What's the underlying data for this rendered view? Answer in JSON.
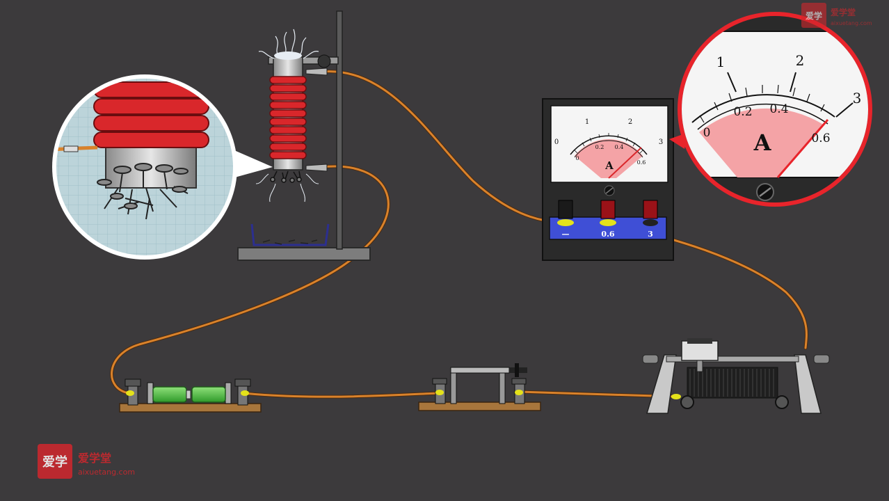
{
  "ammeter": {
    "scale_top": [
      "0",
      "1",
      "2",
      "3"
    ],
    "scale_bottom": [
      "0",
      "0.2",
      "0.4",
      "0.6"
    ],
    "unit_symbol": "A",
    "terminals": [
      "—",
      "0.6",
      "3"
    ],
    "reading_fraction_of_full_scale": 0.98
  },
  "zoom": {
    "scale_top": [
      "1",
      "2",
      "3"
    ],
    "scale_bottom": [
      "0",
      "0.2",
      "0.4",
      "0.6"
    ],
    "unit_symbol": "A"
  },
  "branding": {
    "name": "爱学堂",
    "url": "aixuetang.com",
    "badge": "爱学"
  },
  "icons": [
    "watermark-logo-icon",
    "electromagnet-icon",
    "battery-icon",
    "knife-switch-icon",
    "rheostat-icon",
    "ammeter-icon",
    "magnifier-bubble-icon"
  ],
  "colors": {
    "background": "#3c3a3c",
    "wire": "#d9822b",
    "coil": "#d9272b",
    "dial_pink": "#f4a3a6",
    "zoom_border": "#e8242b",
    "battery": "#5cc64a",
    "brand": "#d2272d"
  }
}
